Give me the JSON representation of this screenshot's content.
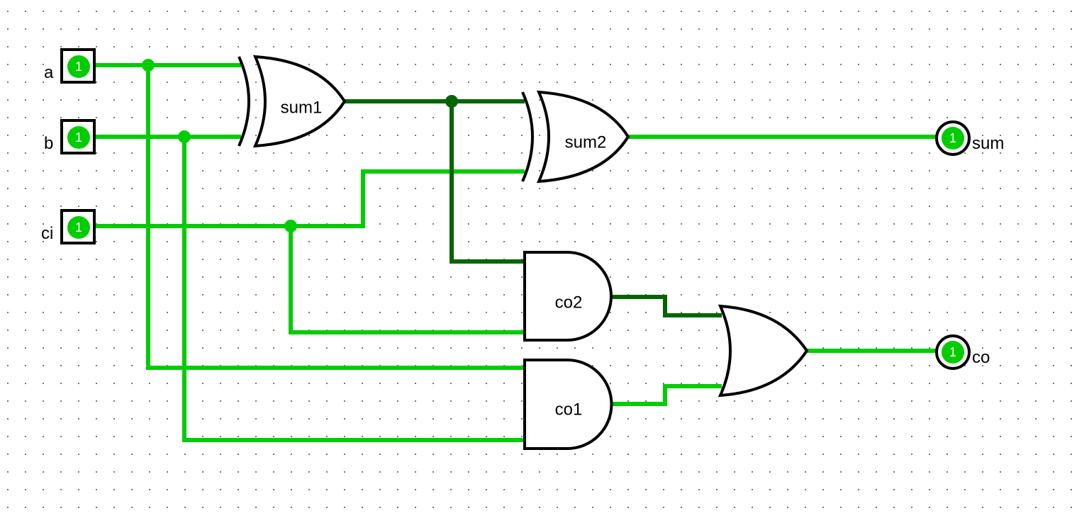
{
  "colors": {
    "wire_on": "#00cc00",
    "wire_dark": "#006400",
    "pin_fill": "#00cc00",
    "grid_dot": "#777777",
    "stroke": "#000000"
  },
  "inputs": [
    {
      "label": "a",
      "value": "1"
    },
    {
      "label": "b",
      "value": "1"
    },
    {
      "label": "ci",
      "value": "1"
    }
  ],
  "outputs": [
    {
      "label": "sum",
      "value": "1"
    },
    {
      "label": "co",
      "value": "1"
    }
  ],
  "gates": [
    {
      "label": "sum1",
      "type": "xor"
    },
    {
      "label": "sum2",
      "type": "xor"
    },
    {
      "label": "co2",
      "type": "and"
    },
    {
      "label": "co1",
      "type": "and"
    },
    {
      "label": "",
      "type": "or"
    }
  ]
}
